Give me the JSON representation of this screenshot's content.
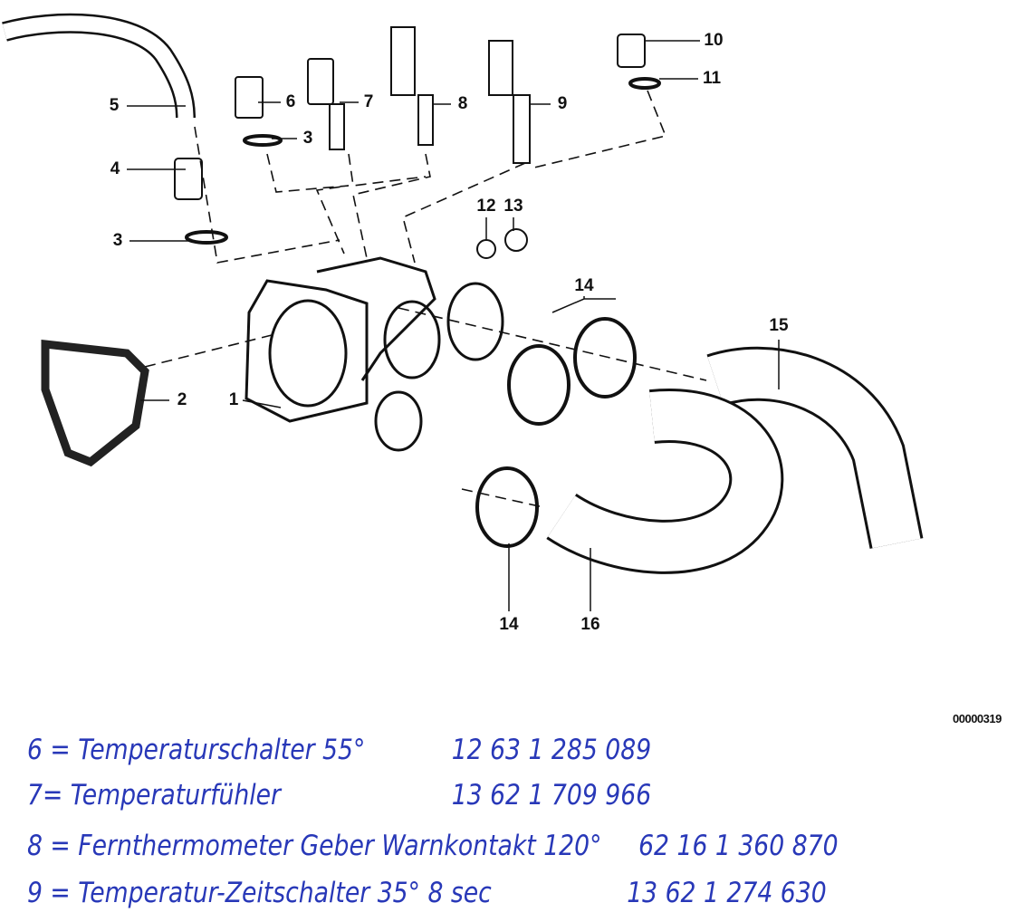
{
  "diagram": {
    "callouts": [
      "1",
      "2",
      "3",
      "3",
      "4",
      "5",
      "6",
      "7",
      "8",
      "9",
      "10",
      "11",
      "12",
      "13",
      "14",
      "14",
      "15",
      "16"
    ],
    "figure_code": "00000319"
  },
  "notes": [
    {
      "item": "6 = Temperaturschalter 55°",
      "part_number": "12 63 1 285 089"
    },
    {
      "item": "7= Temperaturfühler",
      "part_number": "13 62 1 709 966"
    },
    {
      "item": "8 = Fernthermometer Geber Warnkontakt 120°",
      "part_number": "62 16 1 360 870"
    },
    {
      "item": "9 = Temperatur-Zeitschalter 35° 8 sec",
      "part_number": "13 62 1 274 630"
    }
  ],
  "colors": {
    "ink": "#111111",
    "handwriting": "#2838b8"
  }
}
